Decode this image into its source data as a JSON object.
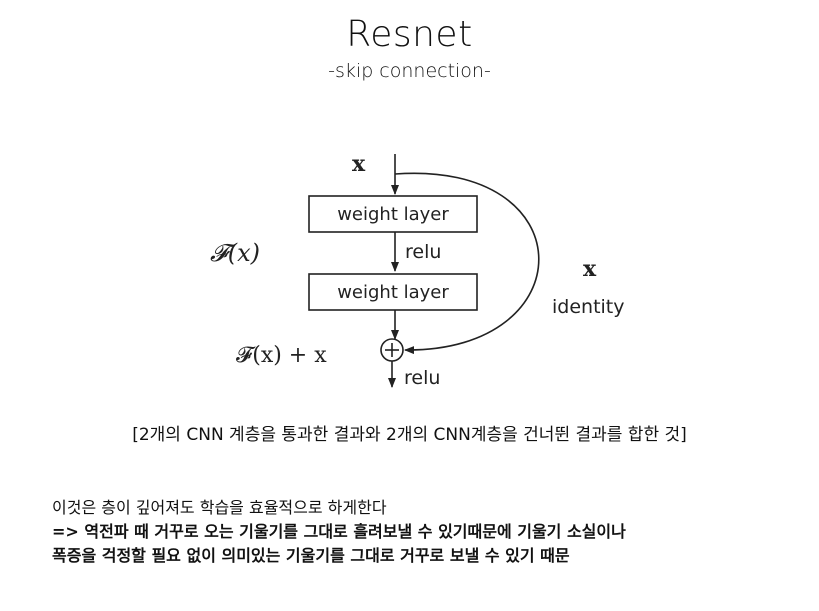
{
  "title": "Resnet",
  "subtitle": "-skip connection-",
  "diagram": {
    "input_label": "x",
    "layer1_label": "weight layer",
    "layer2_label": "weight layer",
    "relu_mid_label": "relu",
    "relu_out_label": "relu",
    "residual_label": "𝓕(x)",
    "sum_label": "𝓕(x) + x",
    "skip_x_label": "x",
    "identity_label": "identity"
  },
  "caption": "[2개의 CNN 계층을 통과한 결과와 2개의 CNN계층을 건너뛴 결과를 합한 것]",
  "notes": {
    "line1": "이것은 층이 깊어져도 학습을 효율적으로 하게한다",
    "line2": "=> 역전파 때 거꾸로 오는 기울기를 그대로 흘려보낼 수 있기때문에 기울기 소실이나",
    "line3": "폭증을 걱정할 필요 없이 의미있는 기울기를 그대로 거꾸로 보낼 수 있기 때문"
  }
}
